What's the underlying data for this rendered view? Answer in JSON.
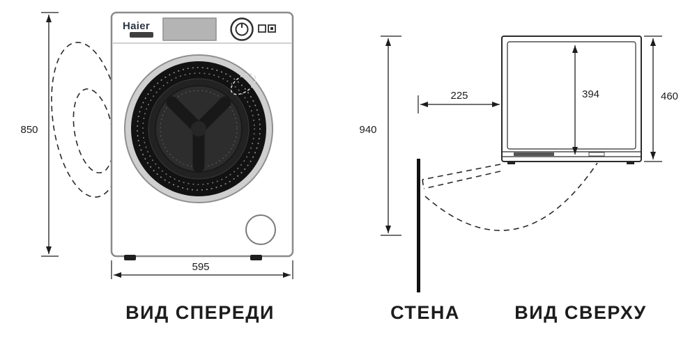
{
  "diagram": {
    "brand_logo": "Haier",
    "front_view": {
      "label": "ВИД СПЕРЕДИ",
      "height_mm": "850",
      "width_mm": "595"
    },
    "top_view": {
      "label": "ВИД СВЕРХУ",
      "wall_label": "СТЕНА",
      "door_swing_clearance_mm": "940",
      "wall_distance_mm": "225",
      "body_depth_mm": "394",
      "overall_depth_mm": "460"
    },
    "colors": {
      "line": "#1c1c1c",
      "body_outline": "#8a8a8a",
      "door_black": "#121212",
      "drum_gray": "#2d2d2d",
      "panel_gray": "#b4b4b4"
    }
  }
}
